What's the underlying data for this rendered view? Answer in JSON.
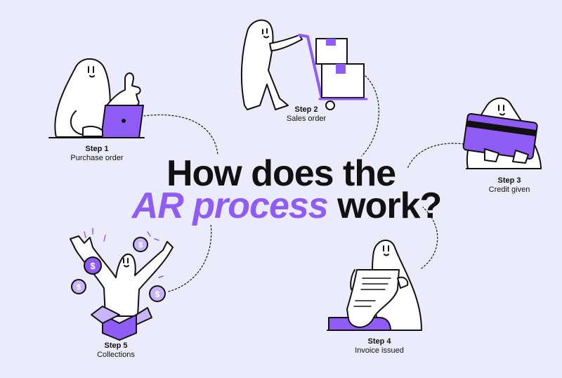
{
  "title": {
    "line1": "How does the",
    "accent": "AR process",
    "rest": "work?"
  },
  "steps": [
    {
      "num": "Step 1",
      "label": "Purchase order"
    },
    {
      "num": "Step 2",
      "label": "Sales order"
    },
    {
      "num": "Step 3",
      "label": "Credit given"
    },
    {
      "num": "Step 4",
      "label": "Invoice issued"
    },
    {
      "num": "Step 5",
      "label": "Collections"
    }
  ],
  "coin_symbol": "$",
  "colors": {
    "background": "#ebebfb",
    "accent": "#8f5cf5",
    "accent_light": "#c9b3fb",
    "ink": "#111111"
  }
}
